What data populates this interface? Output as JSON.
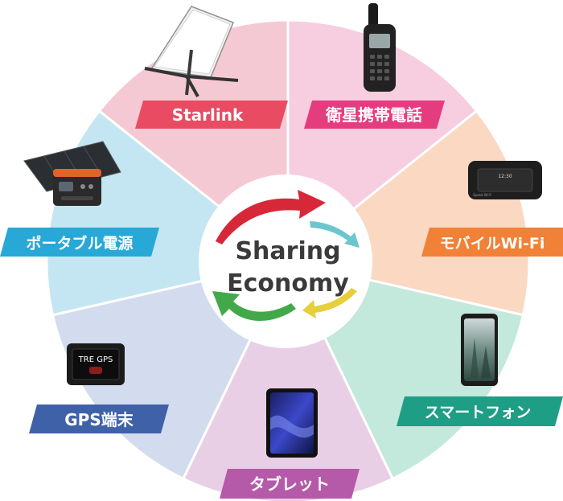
{
  "center": {
    "line1": "Sharing",
    "line2": "Economy"
  },
  "segments": [
    {
      "id": "starlink",
      "label": "Starlink",
      "color": "#e94b63",
      "fill": "#f5c9d3"
    },
    {
      "id": "satphone",
      "label": "衛星携帯電話",
      "color": "#e53c7f",
      "fill": "#f7cde0"
    },
    {
      "id": "wifi",
      "label": "モバイルWi-Fi",
      "color": "#f08137",
      "fill": "#fbd8c2"
    },
    {
      "id": "smartphone",
      "label": "スマートフォン",
      "color": "#1f9e86",
      "fill": "#c3e8dc"
    },
    {
      "id": "tablet",
      "label": "タブレット",
      "color": "#b55aa8",
      "fill": "#e9cfe6"
    },
    {
      "id": "gps",
      "label": "GPS端末",
      "color": "#3f61a8",
      "fill": "#d3dcee"
    },
    {
      "id": "powerbank",
      "label": "ポータブル電源",
      "color": "#27a8d6",
      "fill": "#c3e6f2"
    }
  ],
  "devices": {
    "gps_screen_text": "TRE GPS",
    "router_brand": "Speed Wi-Fi",
    "router_time": "12:30"
  },
  "arrow_colors": {
    "red": "#d62839",
    "teal": "#6cc6cf",
    "green": "#43a849",
    "yellow": "#e6cf3a"
  }
}
